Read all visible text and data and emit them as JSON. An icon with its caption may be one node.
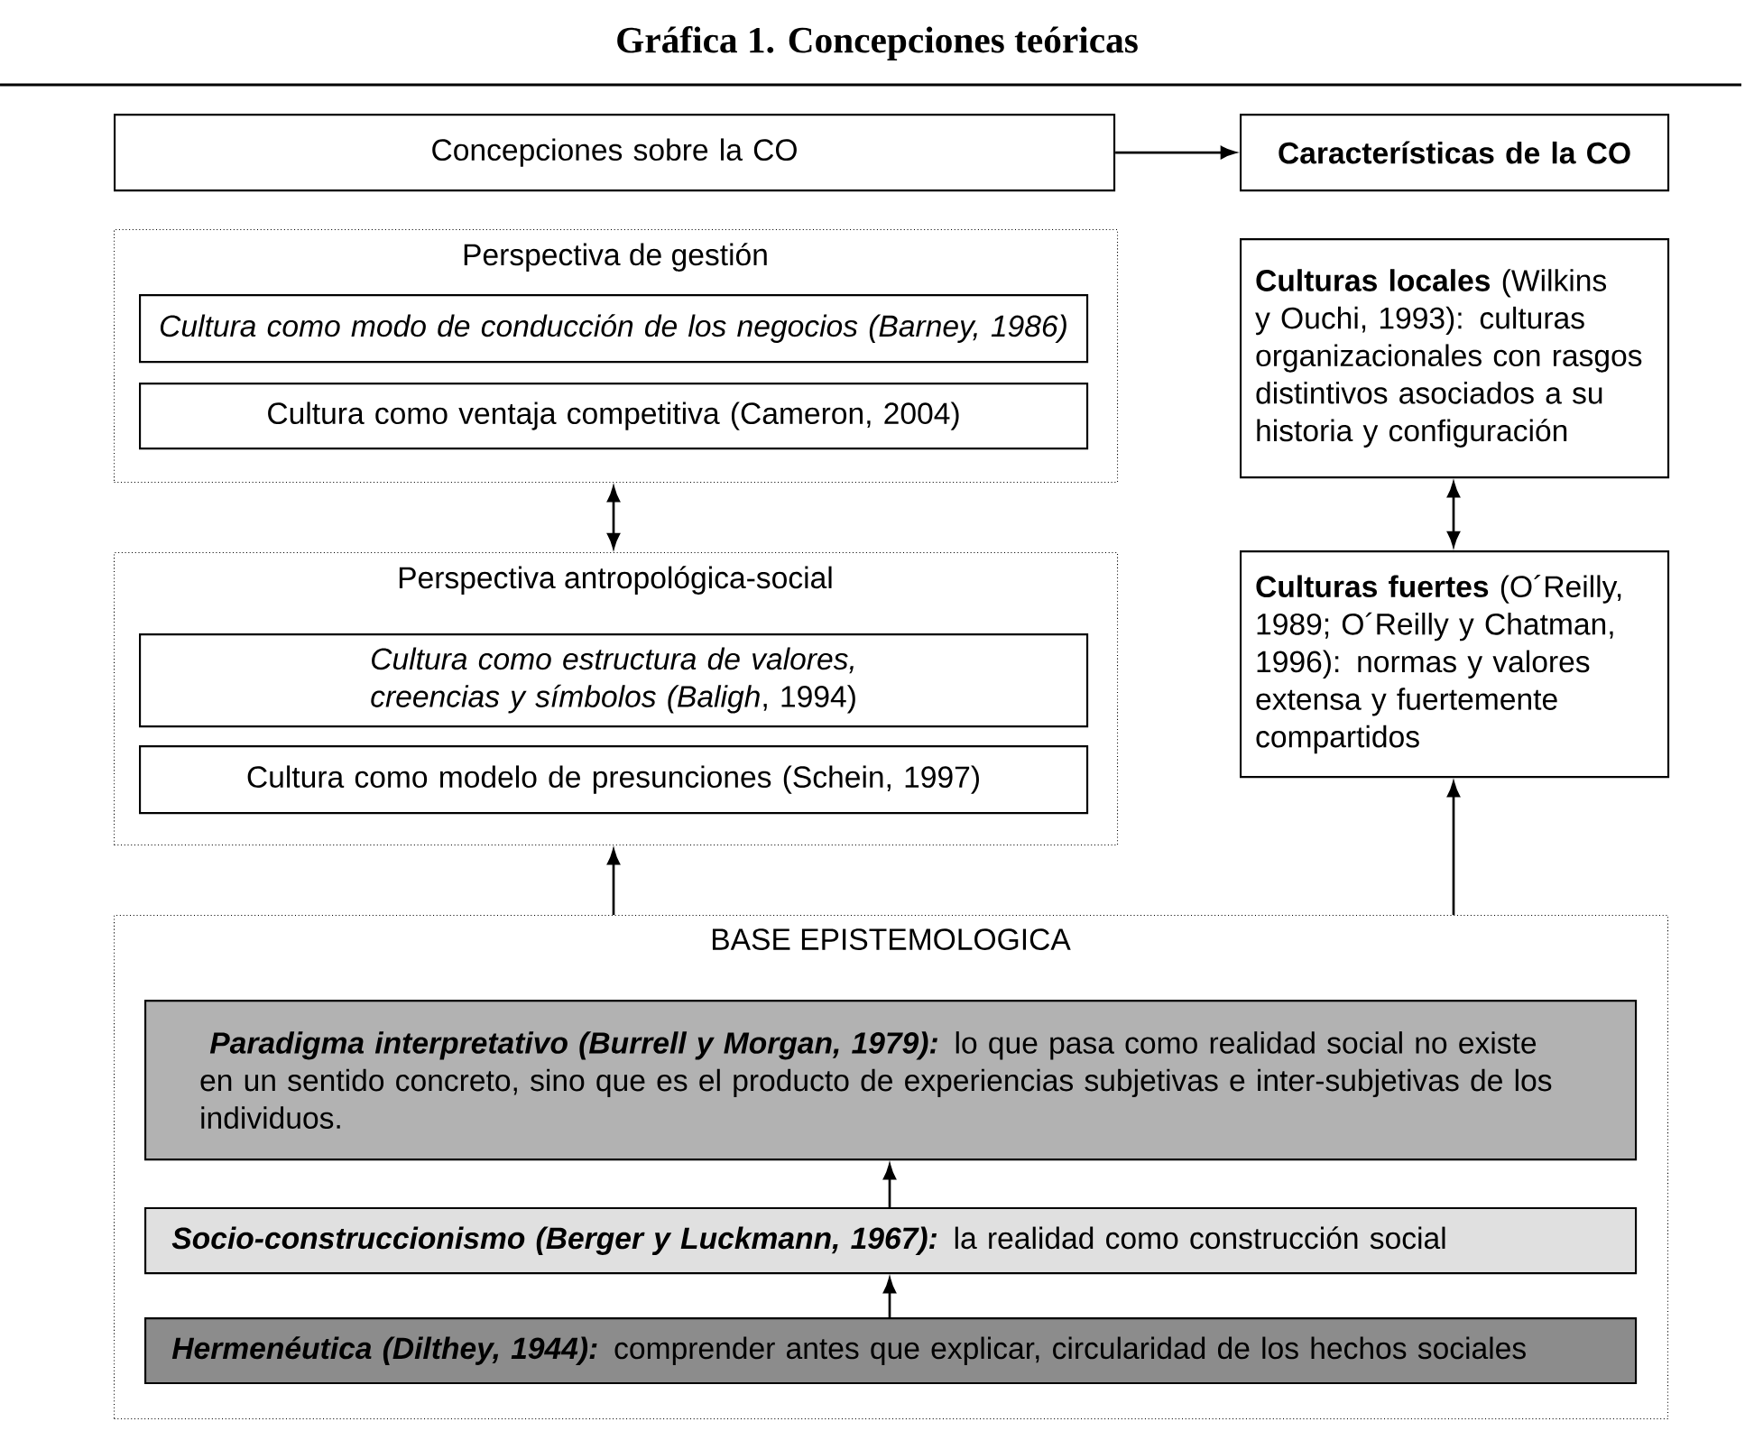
{
  "diagram": {
    "title": "Gráfica 1. Concepciones teóricas",
    "nodes": [
      {
        "text": [
          "Concepciones sobre la CO"
        ]
      },
      {
        "text": [
          "Características de la CO"
        ]
      },
      {
        "text": [
          "Perspectiva de gestión"
        ]
      },
      {
        "text": [
          "Cultura como modo de conducción de los negocios (Barney, 1986)"
        ],
        "in": 2
      },
      {
        "text": [
          "Cultura como ventaja competitiva (Cameron, 2004)"
        ],
        "in": 2
      },
      {
        "text": [
          "**Culturas locales** (Wilkins y Ouchi, 1993): culturas organizacionales con rasgos distintivos asociados a su historia y configuración"
        ]
      },
      {
        "text": [
          "Perspectiva antropológica-social"
        ]
      },
      {
        "text": [
          "*Cultura como estructura de valores, creencias y símbolos (Baligh*, 1994)"
        ],
        "in": 6
      },
      {
        "text": [
          "Cultura como modelo de presunciones (Schein, 1997)"
        ],
        "in": 6
      },
      {
        "text": [
          "**Culturas fuertes** (O´Reilly, 1989; O´Reilly y Chatman, 1996): normas y valores extensa y fuertemente compartidos"
        ]
      },
      {
        "text": [
          "BASE EPISTEMOLOGICA"
        ]
      },
      {
        "text": [
          "**Paradigma interpretativo (Burrell y Morgan, 1979):** lo que pasa como realidad social no existe en un sentido concreto, sino que es el producto de experiencias subjetivas e inter-subjetivas de los individuos."
        ],
        "in": 10
      },
      {
        "text": [
          "**Socio-construccionismo (Berger y Luckmann, 1967):** la realidad como construcción social"
        ],
        "in": 10
      },
      {
        "text": [
          "**Hermenéutica (Dilthey, 1944):** comprender antes que explicar, circularidad de los hechos sociales"
        ],
        "in": 10
      }
    ],
    "edges": [
      {
        "from": 0,
        "to": 1,
        "arrow": "to"
      },
      {
        "from": 2,
        "to": 6,
        "arrow": "both"
      },
      {
        "from": 5,
        "to": 9,
        "arrow": "both"
      },
      {
        "from": 10,
        "to": 6,
        "arrow": "to"
      },
      {
        "from": 10,
        "to": 9,
        "arrow": "to"
      },
      {
        "from": 12,
        "to": 11,
        "arrow": "to"
      },
      {
        "from": 13,
        "to": 12,
        "arrow": "to"
      }
    ]
  }
}
